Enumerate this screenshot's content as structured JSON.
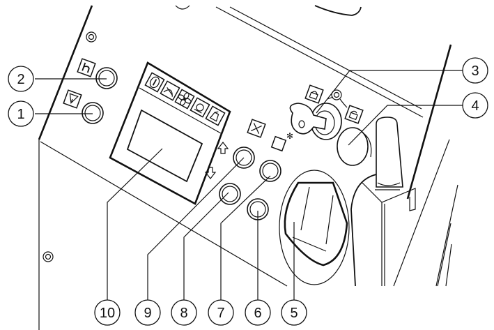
{
  "diagram": {
    "title": "Control panel",
    "callouts": [
      {
        "id": "1",
        "label": "1",
        "target": "button-left-lower"
      },
      {
        "id": "2",
        "label": "2",
        "target": "button-left-upper-hours"
      },
      {
        "id": "3",
        "label": "3",
        "target": "ignition-key"
      },
      {
        "id": "4",
        "label": "4",
        "target": "key-switch-knob"
      },
      {
        "id": "5",
        "label": "5",
        "target": "rotary-handle"
      },
      {
        "id": "6",
        "label": "6",
        "target": "button-lower-right"
      },
      {
        "id": "7",
        "label": "7",
        "target": "button-frost"
      },
      {
        "id": "8",
        "label": "8",
        "target": "button-down"
      },
      {
        "id": "9",
        "label": "9",
        "target": "button-up"
      },
      {
        "id": "10",
        "label": "10",
        "target": "display"
      }
    ],
    "display_icons": [
      "power-icon",
      "wiper-icon",
      "fan-icon",
      "level-icon",
      "spray-icon"
    ],
    "colors": {
      "line": "#111111",
      "background": "#ffffff"
    }
  }
}
